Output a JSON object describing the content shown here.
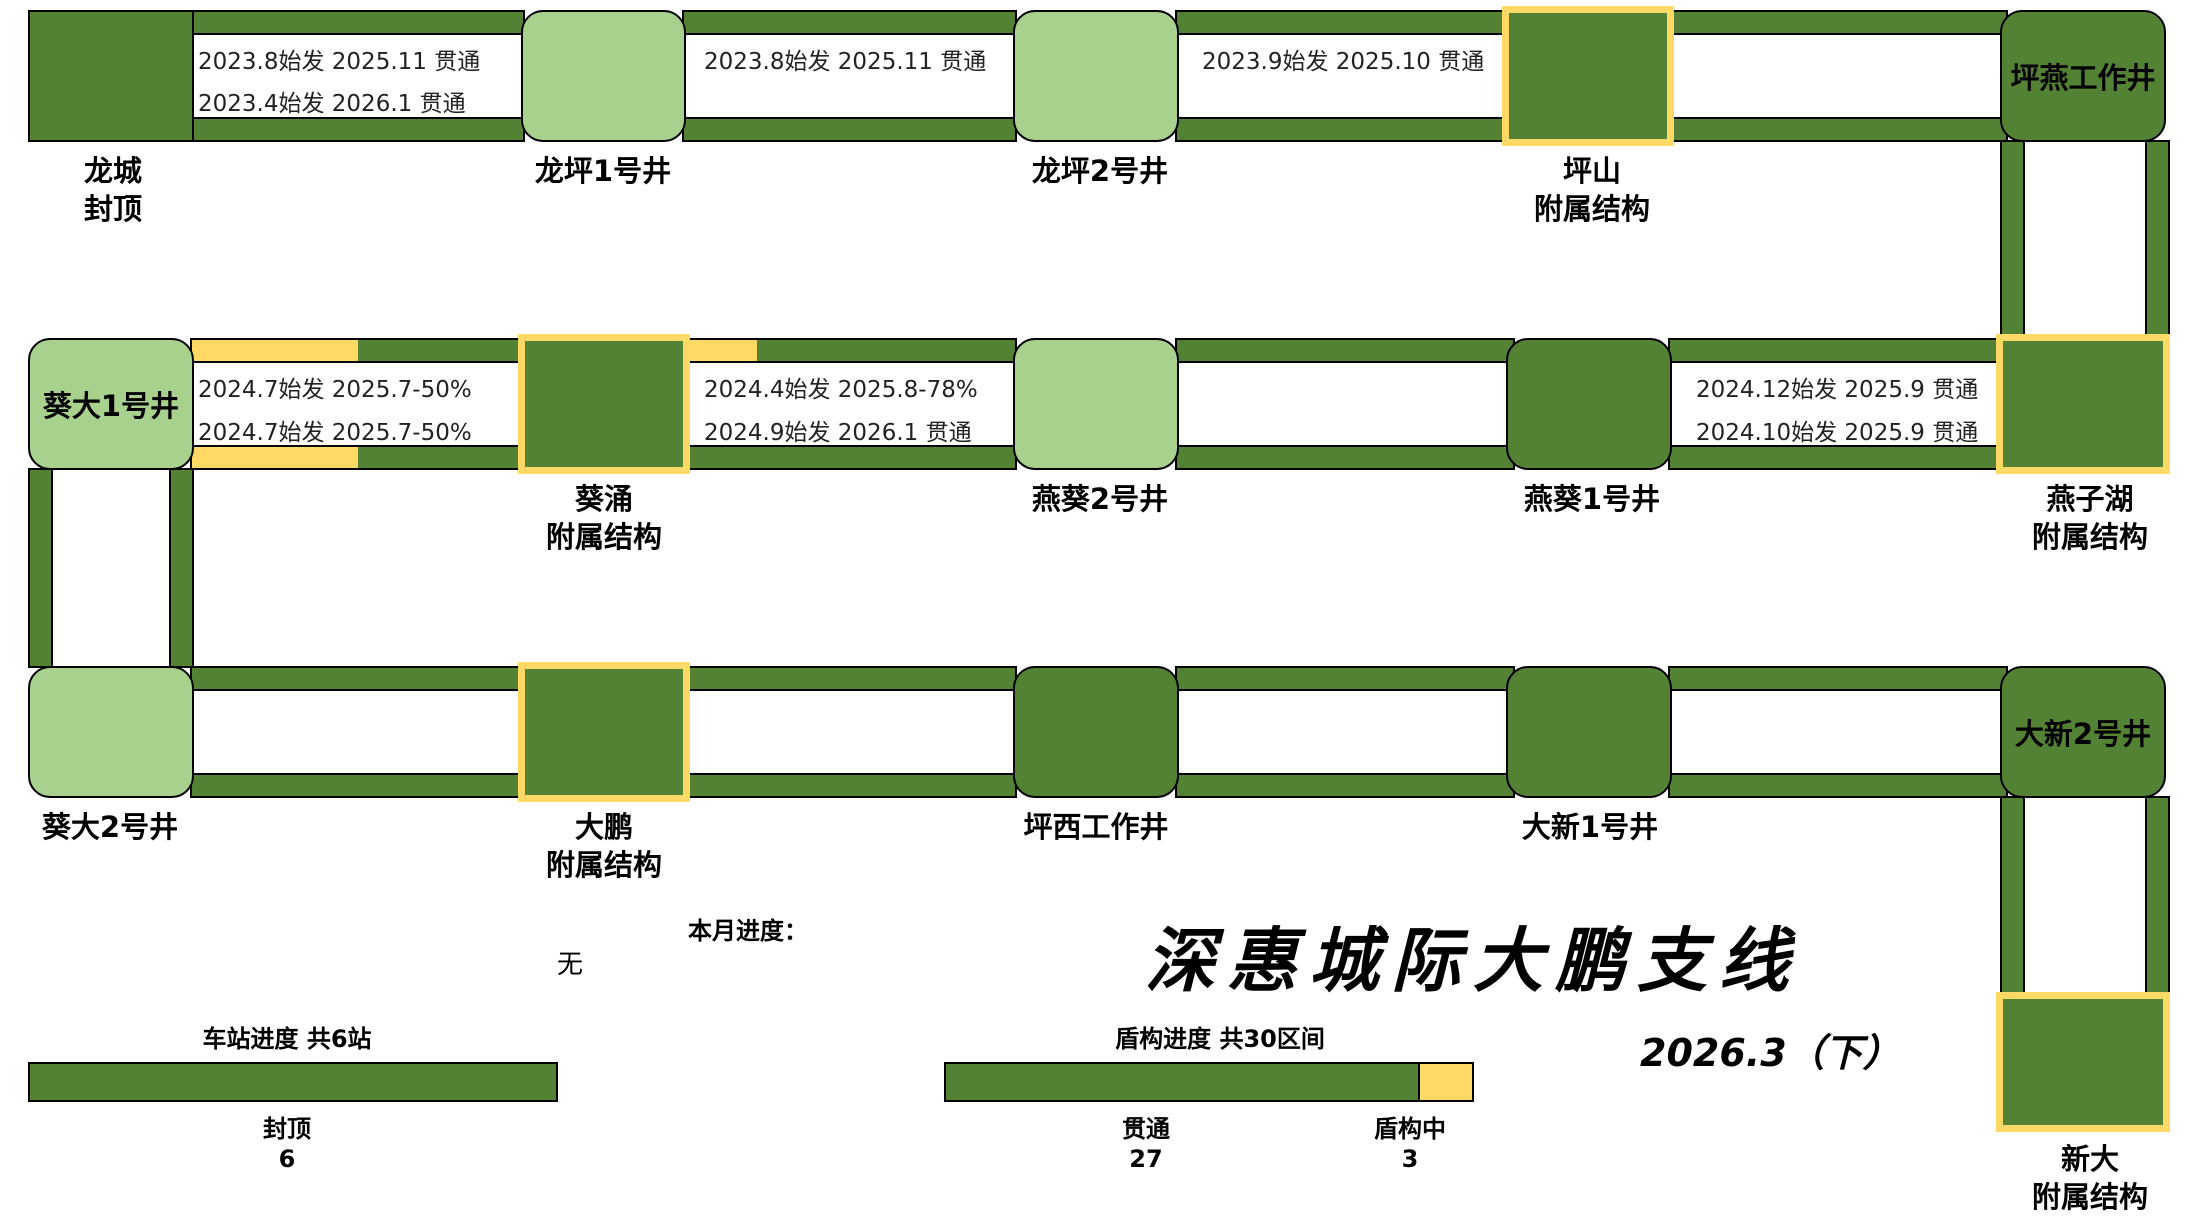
{
  "title": "深惠城际大鹏支线",
  "date": "2026.3（下）",
  "monthly": {
    "label": "本月进度：",
    "value": "无"
  },
  "colors": {
    "complete": "#548235",
    "shaft": "#A9D18E",
    "in_progress": "#FFD966",
    "structure_border": "#FFD966"
  },
  "legend": {
    "in_progress_label": "盾构中"
  },
  "nodes": {
    "longcheng": {
      "line1": "龙城",
      "line2": "封顶"
    },
    "lp1": {
      "name": "龙坪1号井"
    },
    "lp2": {
      "name": "龙坪2号井"
    },
    "pingshan": {
      "line1": "坪山",
      "line2": "附属结构"
    },
    "pyg": {
      "name": "坪燕工作井"
    },
    "yzh": {
      "line1": "燕子湖",
      "line2": "附属结构"
    },
    "yk1": {
      "name": "燕葵1号井"
    },
    "yk2": {
      "name": "燕葵2号井"
    },
    "kc": {
      "line1": "葵涌",
      "line2": "附属结构"
    },
    "kd1": {
      "name": "葵大1号井"
    },
    "kd2": {
      "name": "葵大2号井"
    },
    "dp": {
      "line1": "大鹏",
      "line2": "附属结构"
    },
    "px": {
      "name": "坪西工作井"
    },
    "dx1": {
      "name": "大新1号井"
    },
    "dx2": {
      "name": "大新2号井"
    },
    "xd": {
      "line1": "新大",
      "line2": "附属结构"
    }
  },
  "notes": {
    "s1a": "2023.8始发 2025.11 贯通",
    "s1b": "2023.4始发 2026.1 贯通",
    "s2a": "2023.8始发 2025.11 贯通",
    "s3a": "2023.9始发 2025.10 贯通",
    "r2s1a": "2024.7始发 2025.7-50%",
    "r2s1b": "2024.7始发 2025.7-50%",
    "r2s2a": "2024.4始发 2025.8-78%",
    "r2s2b": "2024.9始发 2026.1 贯通",
    "r2s5a": "2024.12始发 2025.9 贯通",
    "r2s5b": "2024.10始发 2025.9 贯通"
  },
  "station_progress": {
    "title": "车站进度 共6站",
    "label": "封顶",
    "value": "6",
    "total": 6,
    "done": 6
  },
  "shield_progress": {
    "title": "盾构进度 共30区间",
    "done_label": "贯通",
    "done": "27",
    "wip_label": "盾构中",
    "wip": "3",
    "total": 30,
    "done_count": 27,
    "wip_count": 3
  },
  "tunnel_progress": {
    "r2s1_top": 0.5,
    "r2s1_bot": 0.5,
    "r2s2_top": 0.22
  }
}
